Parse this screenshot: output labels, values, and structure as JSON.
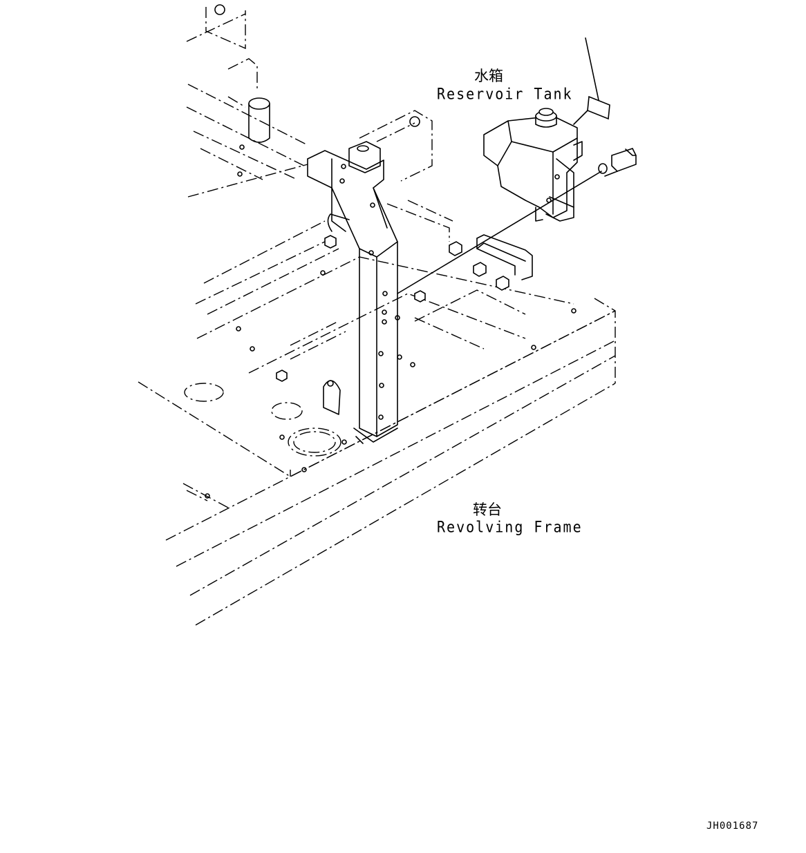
{
  "labels": {
    "reservoir_cn": "水箱",
    "reservoir_en": "Reservoir Tank",
    "frame_cn": "转台",
    "frame_en": "Revolving Frame"
  },
  "drawing_code": "JH001687",
  "colors": {
    "line": "#000000",
    "background": "#ffffff"
  }
}
